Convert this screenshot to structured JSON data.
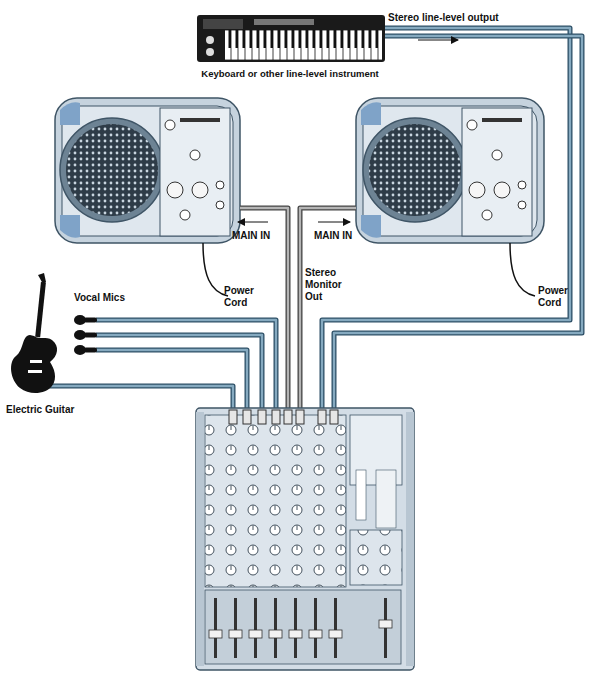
{
  "diagram": {
    "nodes": [
      {
        "text": [
          "Keyboard or other line-level instrument"
        ]
      },
      {
        "text": [
          "Vocal Mics"
        ]
      },
      {
        "text": [
          "Electric Guitar"
        ]
      }
    ],
    "labels": [
      "Stereo line-level output",
      "MAIN IN",
      "MAIN IN",
      "Power Cord",
      "Power Cord",
      "Stereo Monitor Out"
    ]
  }
}
